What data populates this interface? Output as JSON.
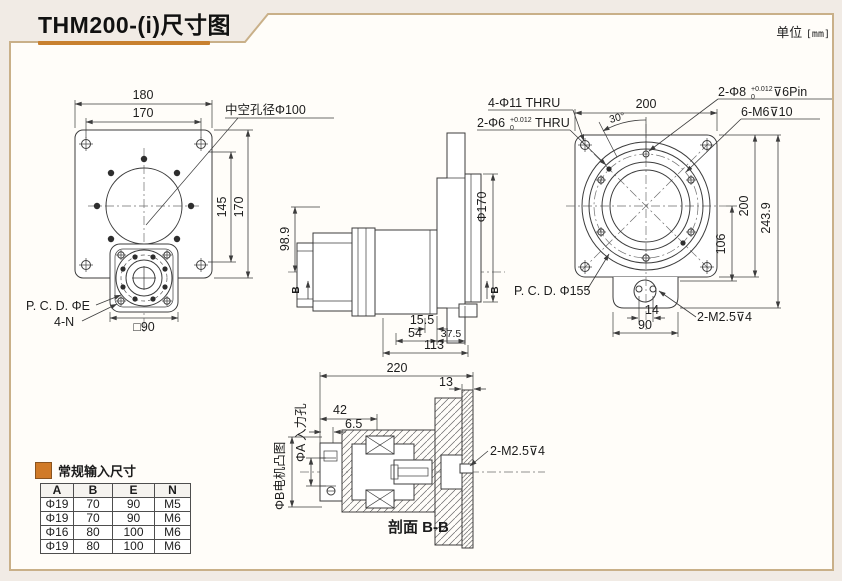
{
  "page": {
    "title": "THM200-(i)尺寸图",
    "unit_label": "单位",
    "unit_value": "[mm]"
  },
  "front_view": {
    "dim_width_outer": "180",
    "dim_width_inner": "170",
    "hollow_bore_label": "中空孔径Φ100",
    "dim_height_inner": "145",
    "dim_height_outer": "170",
    "pcd_label": "P. C. D. ΦE",
    "corner_holes_label": "4-N",
    "flange_square": "□90"
  },
  "side_view": {
    "dim_offset": "98.9",
    "dim_flange": "Φ170",
    "section_arrow_left": "B",
    "section_arrow_right": "B",
    "dim_a": "15.5",
    "dim_b": "54",
    "dim_c": "37.5",
    "dim_d": "113"
  },
  "back_view": {
    "corner_holes_label": "4-Φ11 THRU",
    "pin_holes_small": {
      "base": "2-Φ6",
      "tol_upper": "+0.012",
      "tol_lower": "0",
      "suffix": "THRU"
    },
    "dim_width": "200",
    "angle": "30°",
    "pin_holes_large": {
      "base": "2-Φ8",
      "tol_upper": "+0.012",
      "tol_lower": "0",
      "suffix": "⊽6Pin"
    },
    "tap_holes_label": "6-M6⊽10",
    "dim_height": "200",
    "dim_center": "106",
    "dim_total": "243.9",
    "pcd_label": "P. C. D. Φ155",
    "dim_tab_offset": "14",
    "dim_tab_width": "90",
    "tab_screws_label": "2-M2.5⊽4"
  },
  "section_view": {
    "dim_total": "220",
    "dim_plate": "13",
    "dim_input": "42",
    "dim_pilot": "6.5",
    "input_bore_label": "ΦA 入力孔",
    "motor_boss_label": "ΦB电机凸图",
    "screws_label": "2-M2.5⊽4",
    "caption": "剖面 B-B"
  },
  "table": {
    "legend": "常规输入尺寸",
    "headers": [
      "A",
      "B",
      "E",
      "N"
    ],
    "rows": [
      [
        "Φ19",
        "70",
        "90",
        "M5"
      ],
      [
        "Φ19",
        "70",
        "90",
        "M6"
      ],
      [
        "Φ16",
        "80",
        "100",
        "M6"
      ],
      [
        "Φ19",
        "80",
        "100",
        "M6"
      ]
    ]
  }
}
